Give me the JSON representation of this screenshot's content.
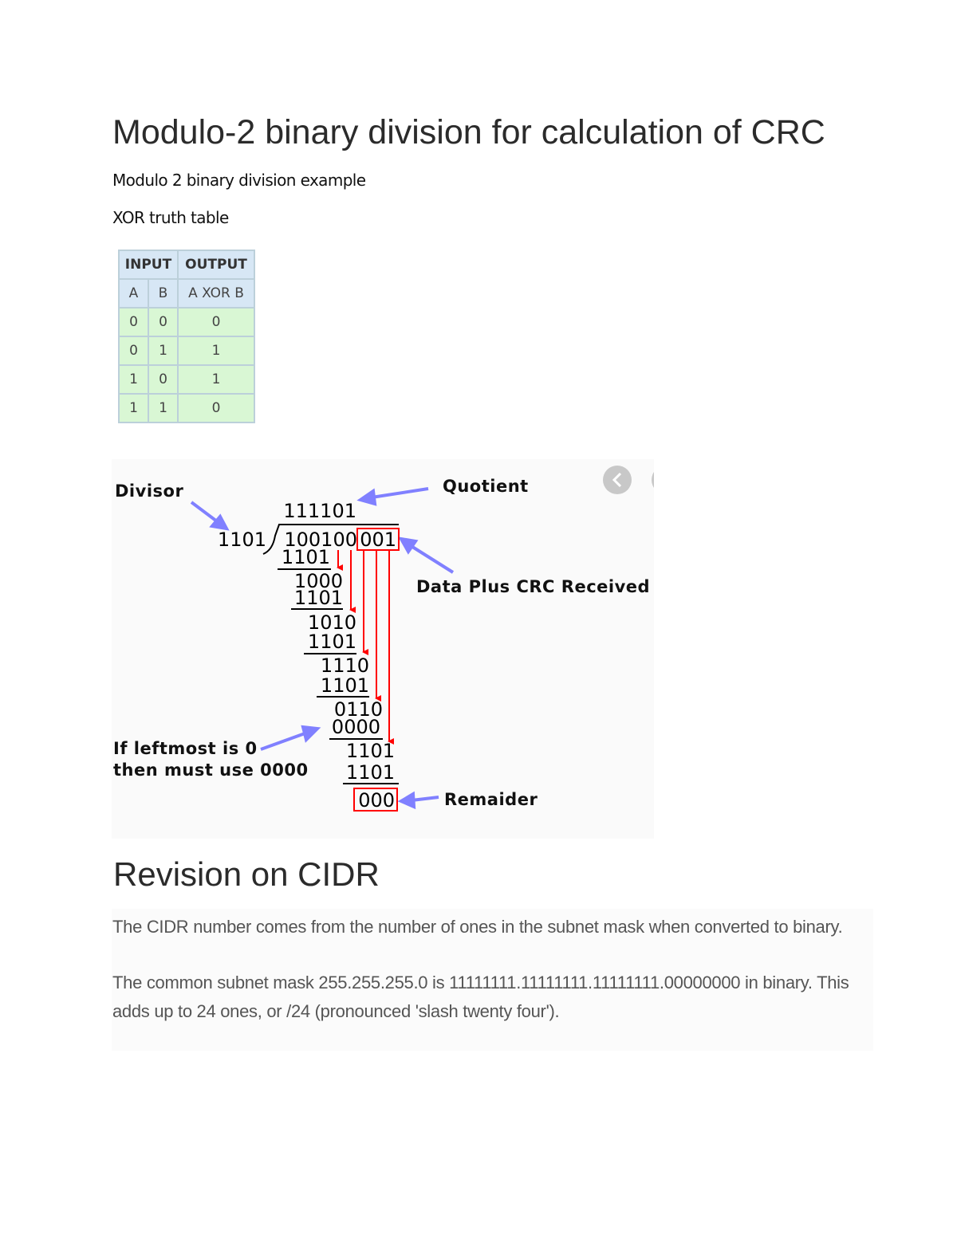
{
  "title": "Modulo-2 binary division for calculation of CRC",
  "subtitle": "Modulo 2 binary division example",
  "xor_caption": "XOR truth table",
  "xor_table": {
    "header": [
      "INPUT",
      "OUTPUT"
    ],
    "subheader": [
      "A",
      "B",
      "A XOR B"
    ],
    "rows": [
      [
        "0",
        "0",
        "0"
      ],
      [
        "0",
        "1",
        "1"
      ],
      [
        "1",
        "0",
        "1"
      ],
      [
        "1",
        "1",
        "0"
      ]
    ]
  },
  "diagram": {
    "labels": {
      "divisor": "Divisor",
      "quotient": "Quotient",
      "data_crc": "Data Plus CRC Received",
      "leftmost_1": "If leftmost is 0",
      "leftmost_2": "then must use 0000",
      "remainder": "Remaider"
    },
    "quotient": "111101",
    "divisor": "1101",
    "dividend_data": "100100",
    "dividend_crc": "001",
    "steps": [
      "1101",
      "1000",
      "1101",
      "1010",
      "1101",
      "1110",
      "1101",
      "0110",
      "0000",
      "1101",
      "1101"
    ],
    "remainder": "000",
    "colors": {
      "arrow_blue": "#8080ff",
      "highlight_red": "#ff0000"
    }
  },
  "section2_title": "Revision on CIDR",
  "cidr_paragraphs": [
    "The CIDR number comes from the number of ones in the subnet mask when converted to binary.",
    "The common subnet mask 255.255.255.0 is 11111111.11111111.11111111.00000000 in binary. This adds up to 24 ones, or /24 (pronounced 'slash twenty four')."
  ]
}
